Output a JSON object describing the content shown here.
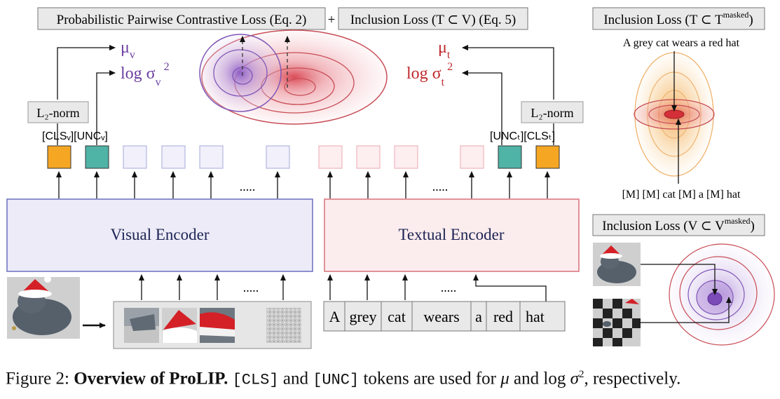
{
  "header": {
    "contrastive_loss": "Probabilistic Pairwise Contrastive Loss (Eq. 2)",
    "plus": "+",
    "inclusion_tv": "Inclusion Loss (T ⊂ V) (Eq. 5)"
  },
  "visual_side": {
    "mu": "μ",
    "mu_sub": "v",
    "logsigma": "log σ",
    "logsigma_sub": "v",
    "logsigma_sup": "2",
    "l2norm": "L₂-norm",
    "token_labels": "[CLSᵥ][UNCᵥ]",
    "dots": ".....",
    "encoder": "Visual Encoder"
  },
  "text_side": {
    "mu": "μ",
    "mu_sub": "t",
    "logsigma": "log σ",
    "logsigma_sub": "t",
    "logsigma_sup": "2",
    "l2norm": "L₂-norm",
    "token_labels": "[UNCₜ][CLSₜ]",
    "dots": ".....",
    "encoder": "Textual Encoder",
    "words": [
      "A",
      "grey",
      "cat",
      "wears",
      "a",
      "red",
      "hat"
    ]
  },
  "right_panel": {
    "inclusion_text_title": "Inclusion Loss (T ⊂ T",
    "inclusion_text_sup": "masked",
    "inclusion_text_close": ")",
    "sentence": "A grey cat wears a red hat",
    "masked_sentence": "[M] [M] cat [M] a [M] hat",
    "inclusion_image_title": "Inclusion Loss (V ⊂ V",
    "inclusion_image_sup": "masked",
    "inclusion_image_close": ")"
  },
  "caption": {
    "prefix": "Figure 2: ",
    "bold": "Overview of ProLIP.",
    "cls": "[CLS]",
    "and1": " and ",
    "unc": "[UNC]",
    "rest": " tokens are used for ",
    "mu": "μ",
    "and2": " and log ",
    "sigma": "σ",
    "sup": "2",
    "end": ", respectively."
  },
  "colors": {
    "visual_purple": "#6b3fa0",
    "text_red": "#c0282d",
    "cls_orange": "#f5a623",
    "unc_teal": "#4fb3a6",
    "visual_encoder_fill": "#ecebf7",
    "visual_encoder_border": "#6a6fc0",
    "text_encoder_fill": "#fbecee",
    "text_encoder_border": "#d9707b"
  }
}
